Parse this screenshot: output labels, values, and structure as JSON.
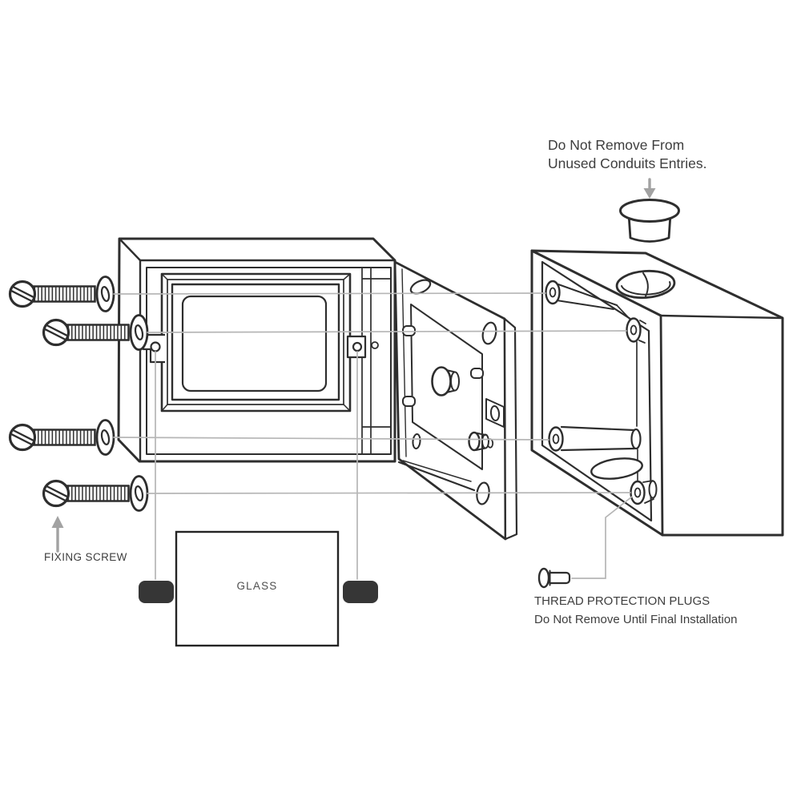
{
  "labels": {
    "conduit_note_line1": "Do Not Remove From",
    "conduit_note_line2": "Unused Conduits Entries.",
    "fixing_screw": "FIXING SCREW",
    "glass": "GLASS",
    "thread_plugs_line1": "THREAD PROTECTION PLUGS",
    "thread_plugs_line2": "Do Not Remove Until Final Installation"
  },
  "icons": {
    "fixing-screw-icon": "slotted machine screw with washer",
    "thread-plug-icon": "small thread protection plug",
    "conduit-plug-icon": "round conduit blanking plug",
    "arrow-up-icon": "gray arrow pointing up",
    "arrow-down-icon": "gray arrow pointing down"
  },
  "colors": {
    "ink": "#2e2e2e",
    "leader": "#b6b6b6",
    "arrow": "#a2a2a2",
    "text": "#3e3e3e",
    "clip": "#363636",
    "bg": "#ffffff"
  }
}
